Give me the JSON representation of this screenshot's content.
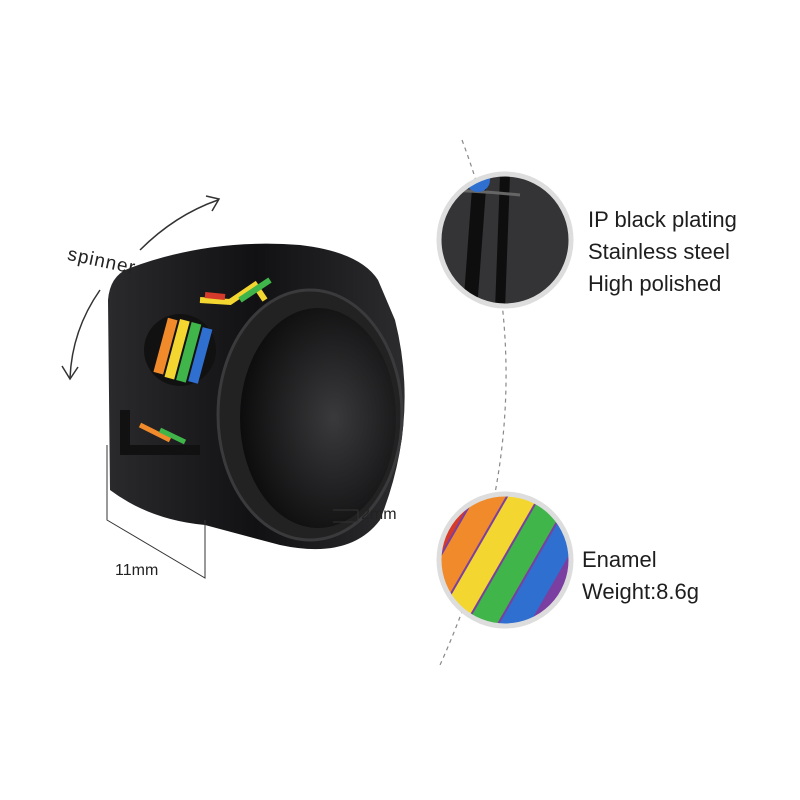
{
  "annotations": {
    "spinner": "spinner",
    "width": "11mm",
    "thickness": "2mm"
  },
  "detail_top": {
    "lines": [
      "IP black plating",
      "Stainless steel",
      "High polished"
    ]
  },
  "detail_bottom": {
    "lines": [
      "Enamel",
      "Weight:8.6g"
    ]
  },
  "colors": {
    "ring": "#1c1c1e",
    "rainbow": [
      "#d63a2a",
      "#f08a2a",
      "#f4d630",
      "#3fb54a",
      "#2f6fd0",
      "#7a3fa0"
    ]
  }
}
